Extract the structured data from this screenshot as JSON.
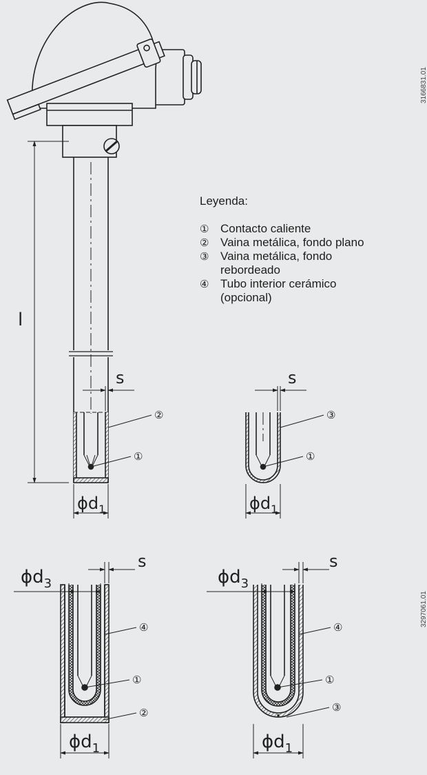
{
  "legend": {
    "title": "Leyenda:",
    "items": [
      {
        "num": "①",
        "text": "Contacto caliente"
      },
      {
        "num": "②",
        "text": "Vaina metálica, fondo plano"
      },
      {
        "num": "③",
        "text": "Vaina metálica, fondo rebordeado"
      },
      {
        "num": "④",
        "text": "Tubo interior cerámico (opcional)"
      }
    ]
  },
  "dimensions": {
    "length": "l",
    "wall": "s",
    "outer_diameter": "ϕd",
    "outer_sub": "1",
    "inner_diameter": "ϕd",
    "inner_sub": "3"
  },
  "callouts": {
    "c1": "①",
    "c2": "②",
    "c3": "③",
    "c4": "④"
  },
  "image_codes": {
    "top": "3166831.01",
    "bottom": "3297061.01"
  }
}
